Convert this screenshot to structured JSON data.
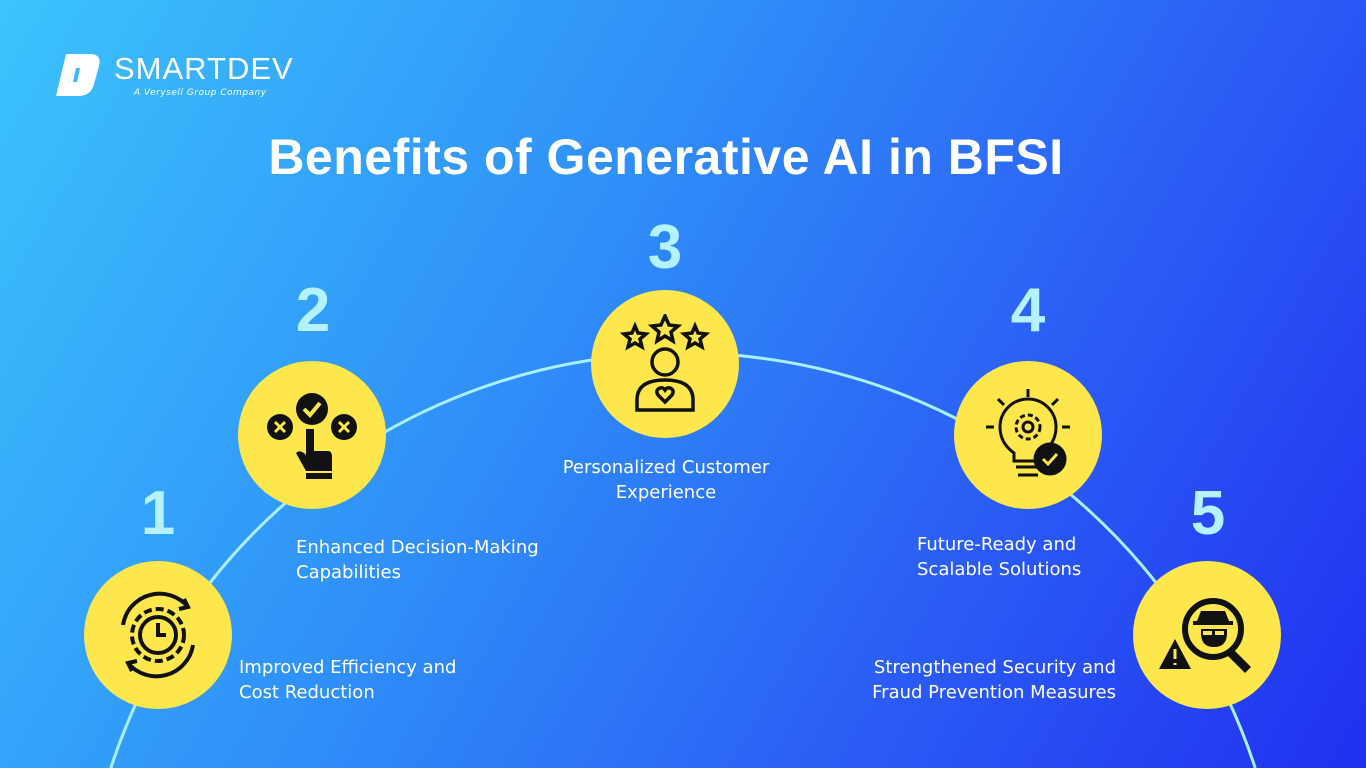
{
  "logo": {
    "name": "SMARTDEV",
    "tagline": "A Verysell Group Company"
  },
  "title": "Benefits of Generative AI in BFSI",
  "colors": {
    "circle": "#fde74c",
    "arc": "#a8f0ff",
    "number": "#b4f2ff"
  },
  "benefits": [
    {
      "number": "1",
      "line1": "Improved Efficiency and",
      "line2": "Cost Reduction",
      "icon": "gear-clock-icon"
    },
    {
      "number": "2",
      "line1": "Enhanced Decision-Making",
      "line2": "Capabilities",
      "icon": "hand-choice-icon"
    },
    {
      "number": "3",
      "line1": "Personalized Customer",
      "line2": "Experience",
      "icon": "customer-stars-icon"
    },
    {
      "number": "4",
      "line1": "Future-Ready and",
      "line2": "Scalable Solutions",
      "icon": "lightbulb-gear-icon"
    },
    {
      "number": "5",
      "line1": "Strengthened Security and",
      "line2": "Fraud Prevention Measures",
      "icon": "fraud-search-icon"
    }
  ]
}
